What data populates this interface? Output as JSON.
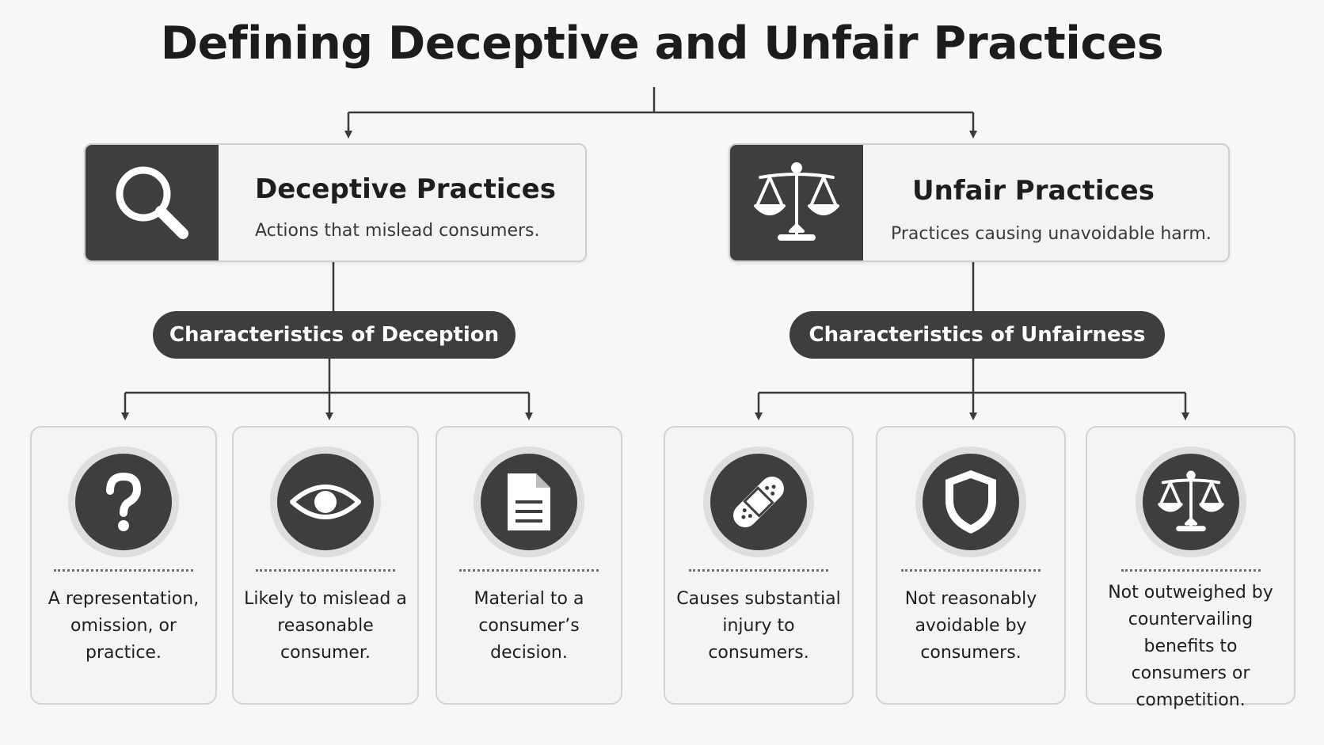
{
  "title": "Defining Deceptive and Unfair Practices",
  "colors": {
    "dark": "#3d3e40",
    "card": "#f3f3f3",
    "line": "#3a3a3a"
  },
  "left": {
    "icon": "magnifier-icon",
    "heading": "Deceptive Practices",
    "description": "Actions that mislead consumers.",
    "pill": "Characteristics of Deception",
    "items": [
      {
        "icon": "question-mark-icon",
        "text": "A representation, omission, or practice."
      },
      {
        "icon": "eye-icon",
        "text": "Likely to mislead a reasonable consumer."
      },
      {
        "icon": "document-icon",
        "text": "Material to a consumer’s decision."
      }
    ]
  },
  "right": {
    "icon": "scales-icon",
    "heading": "Unfair Practices",
    "description": "Practices causing unavoidable harm.",
    "pill": "Characteristics of Unfairness",
    "items": [
      {
        "icon": "bandage-icon",
        "text": "Causes substantial injury to consumers."
      },
      {
        "icon": "shield-icon",
        "text": "Not reasonably avoidable by consumers."
      },
      {
        "icon": "scales-icon",
        "text": "Not outweighed by countervailing benefits to consumers or competition."
      }
    ]
  }
}
